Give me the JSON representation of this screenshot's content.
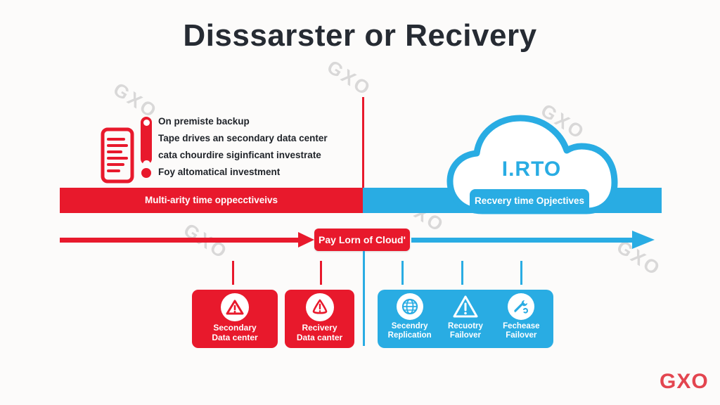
{
  "title": "Disssarster or Recivery",
  "watermark": "GXO",
  "logo": "GXO",
  "left": {
    "bullets": [
      "On premiste backup",
      "Tape drives an secondary data center",
      "cata chourdire siginficant investrate",
      "Foy altomatical investment"
    ],
    "banner_label": "Multi-arity time oppecctiveivs"
  },
  "right": {
    "cloud_label": "I.RTO",
    "banner_label": "Recvery time Opjectives"
  },
  "timeline": {
    "center_label": "Pay Lorn of Cloud'"
  },
  "red_boxes": [
    {
      "line1": "Secondary",
      "line2": "Data center",
      "icon": "warning-triangle-icon"
    },
    {
      "line1": "Recivery",
      "line2": "Data canter",
      "icon": "warning-triangle-icon"
    }
  ],
  "blue_columns": [
    {
      "line1": "Secendry",
      "line2": "Replication",
      "icon": "globe-icon"
    },
    {
      "line1": "Recuotry",
      "line2": "Failover",
      "icon": "warning-triangle-icon"
    },
    {
      "line1": "Fechease",
      "line2": "Failover",
      "icon": "tools-icon"
    }
  ],
  "colors": {
    "red": "#e8192c",
    "blue": "#29ace3",
    "title_dark": "#262b33",
    "watermark_gray": "#c4c4c4",
    "logo_red": "#e3454f"
  }
}
